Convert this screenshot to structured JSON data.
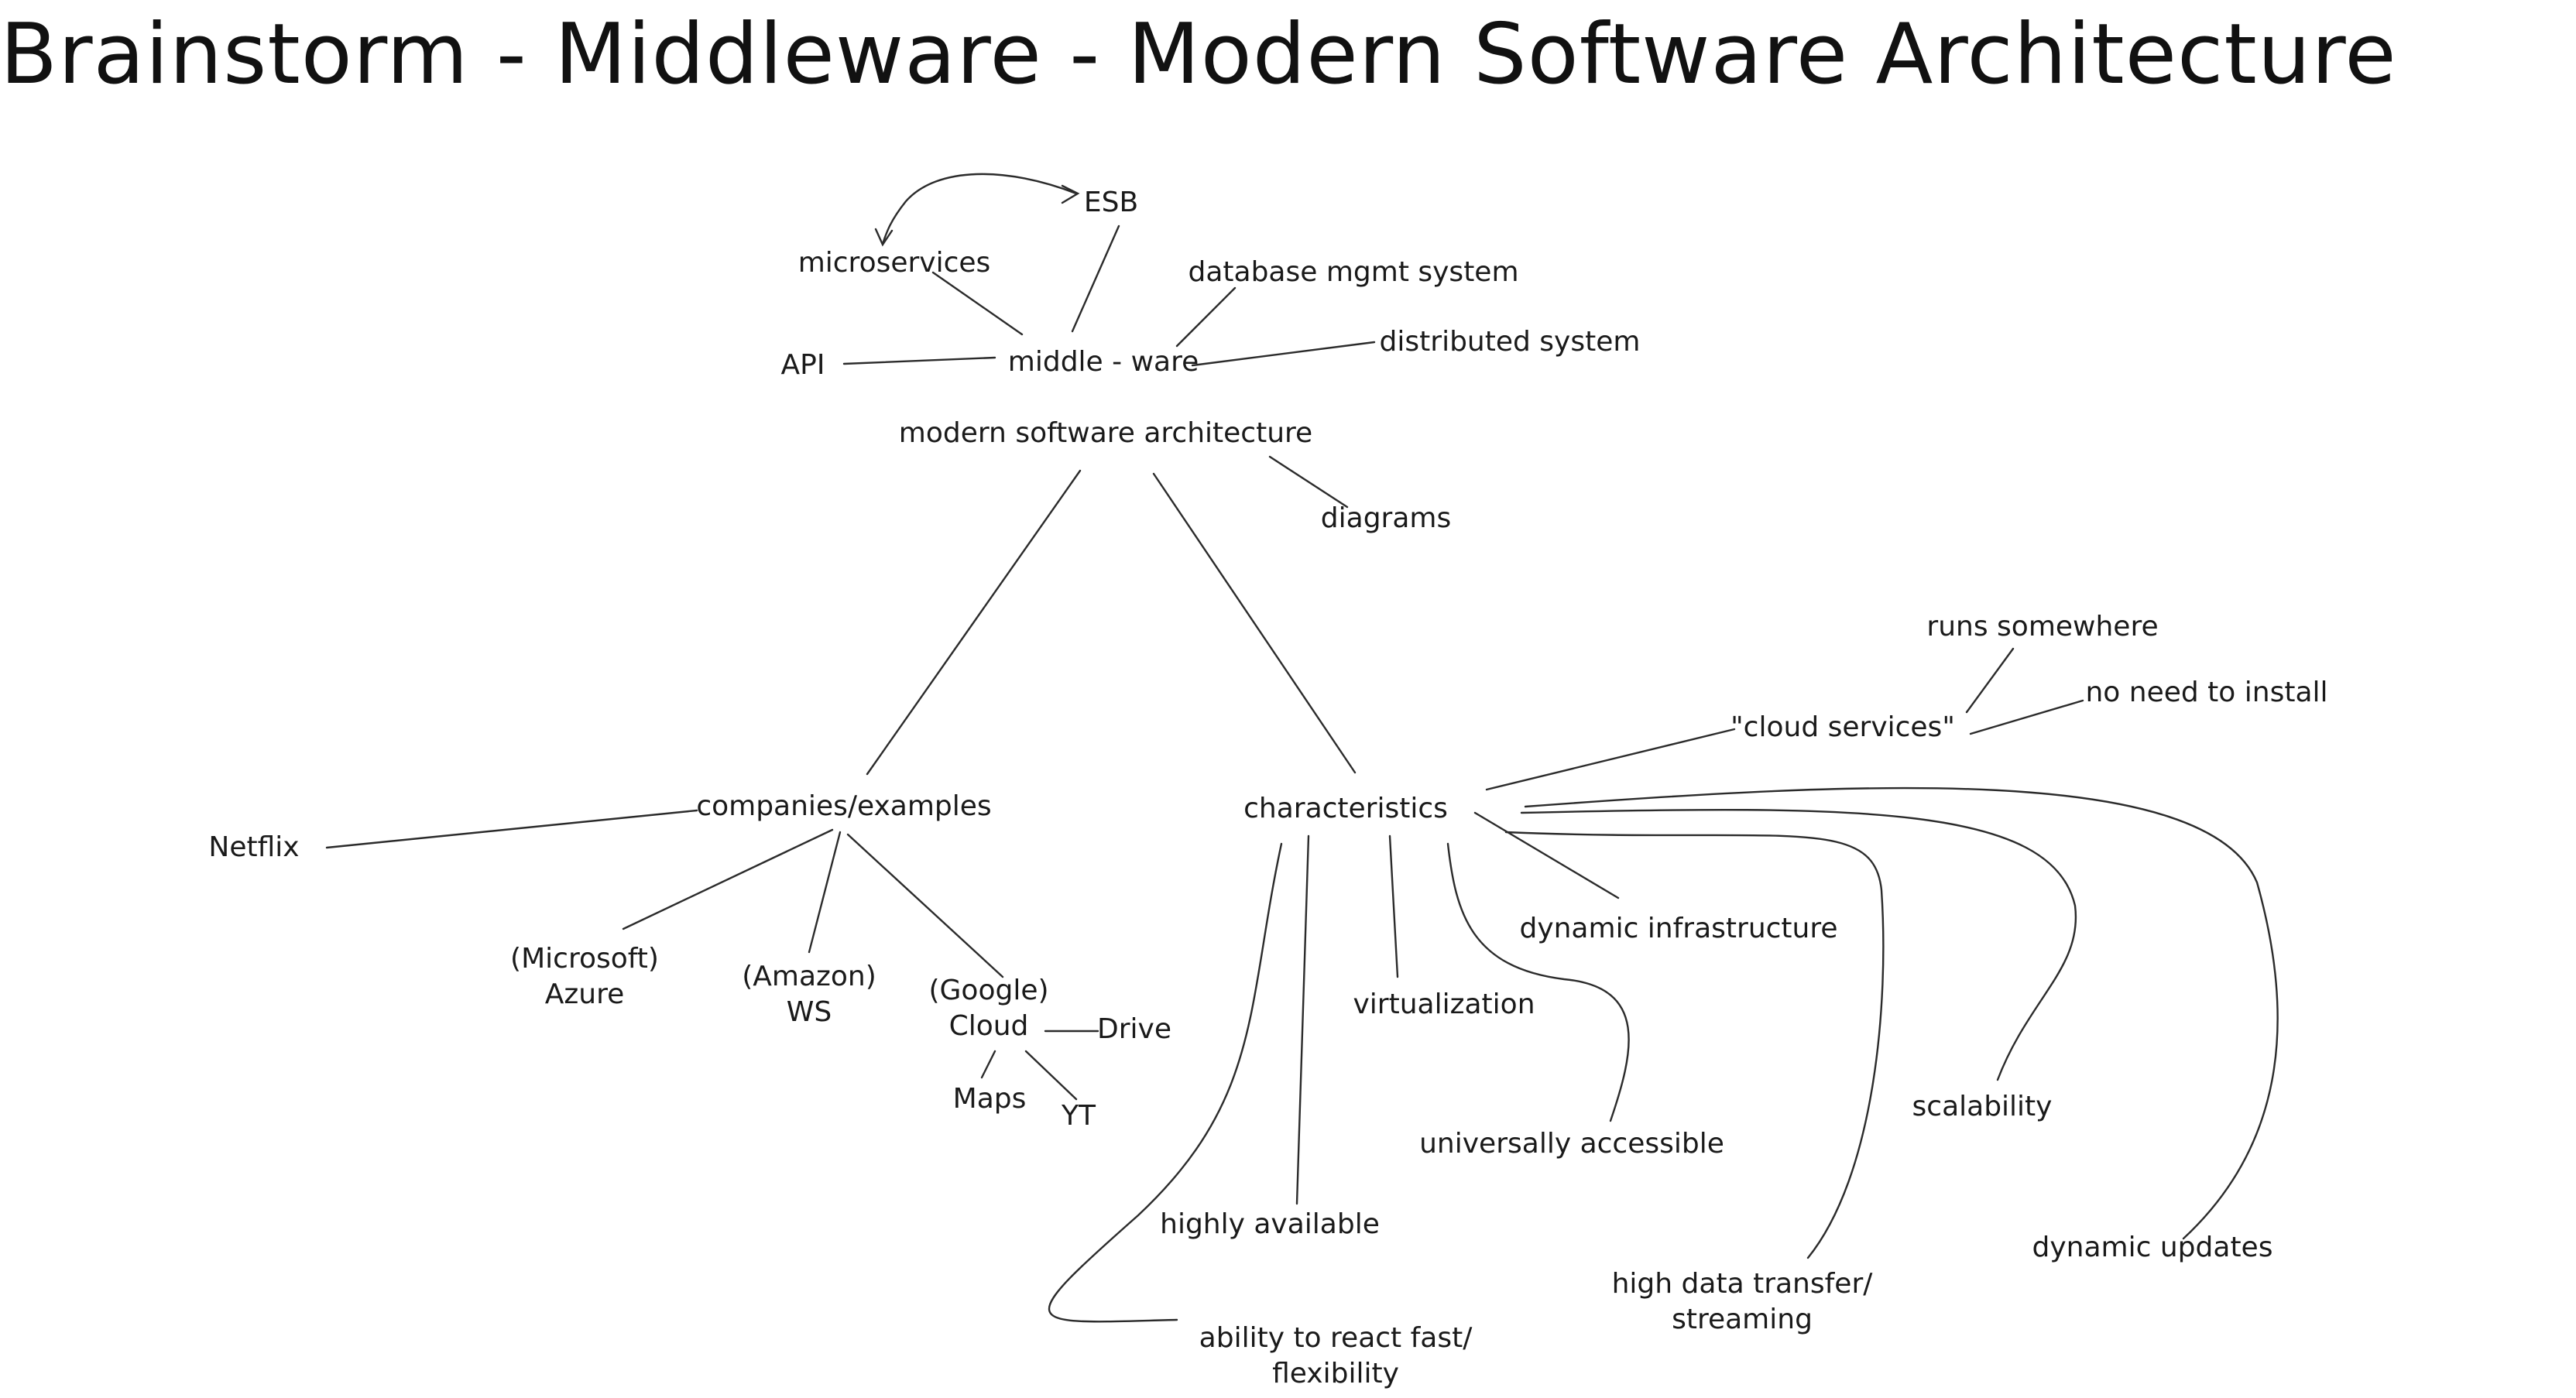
{
  "title": "Brainstorm - Middleware - Modern Software Architecture",
  "nodes": {
    "esb": "ESB",
    "microservices": "microservices",
    "database_mgmt_system": "database mgmt system",
    "api": "API",
    "middleware": "middle - ware",
    "distributed_system": "distributed system",
    "modern_software_architecture": "modern software architecture",
    "diagrams": "diagrams",
    "runs_somewhere": "runs somewhere",
    "no_need_to_install": "no need to install",
    "cloud_services": "\"cloud services\"",
    "companies_examples": "companies/examples",
    "characteristics": "characteristics",
    "netflix": "Netflix",
    "dynamic_infrastructure": "dynamic infrastructure",
    "azure_line1": "(Microsoft)",
    "azure_line2": "Azure",
    "aws_line1": "(Amazon)",
    "aws_line2": "WS",
    "google_line1": "(Google)",
    "google_line2": "Cloud",
    "drive": "Drive",
    "maps": "Maps",
    "yt": "YT",
    "virtualization": "virtualization",
    "scalability": "scalability",
    "universally_accessible": "universally accessible",
    "highly_available": "highly available",
    "dynamic_updates": "dynamic updates",
    "high_data_transfer_line1": "high data transfer/",
    "high_data_transfer_line2": "streaming",
    "ability_line1": "ability to react fast/",
    "ability_line2": "flexibility"
  }
}
